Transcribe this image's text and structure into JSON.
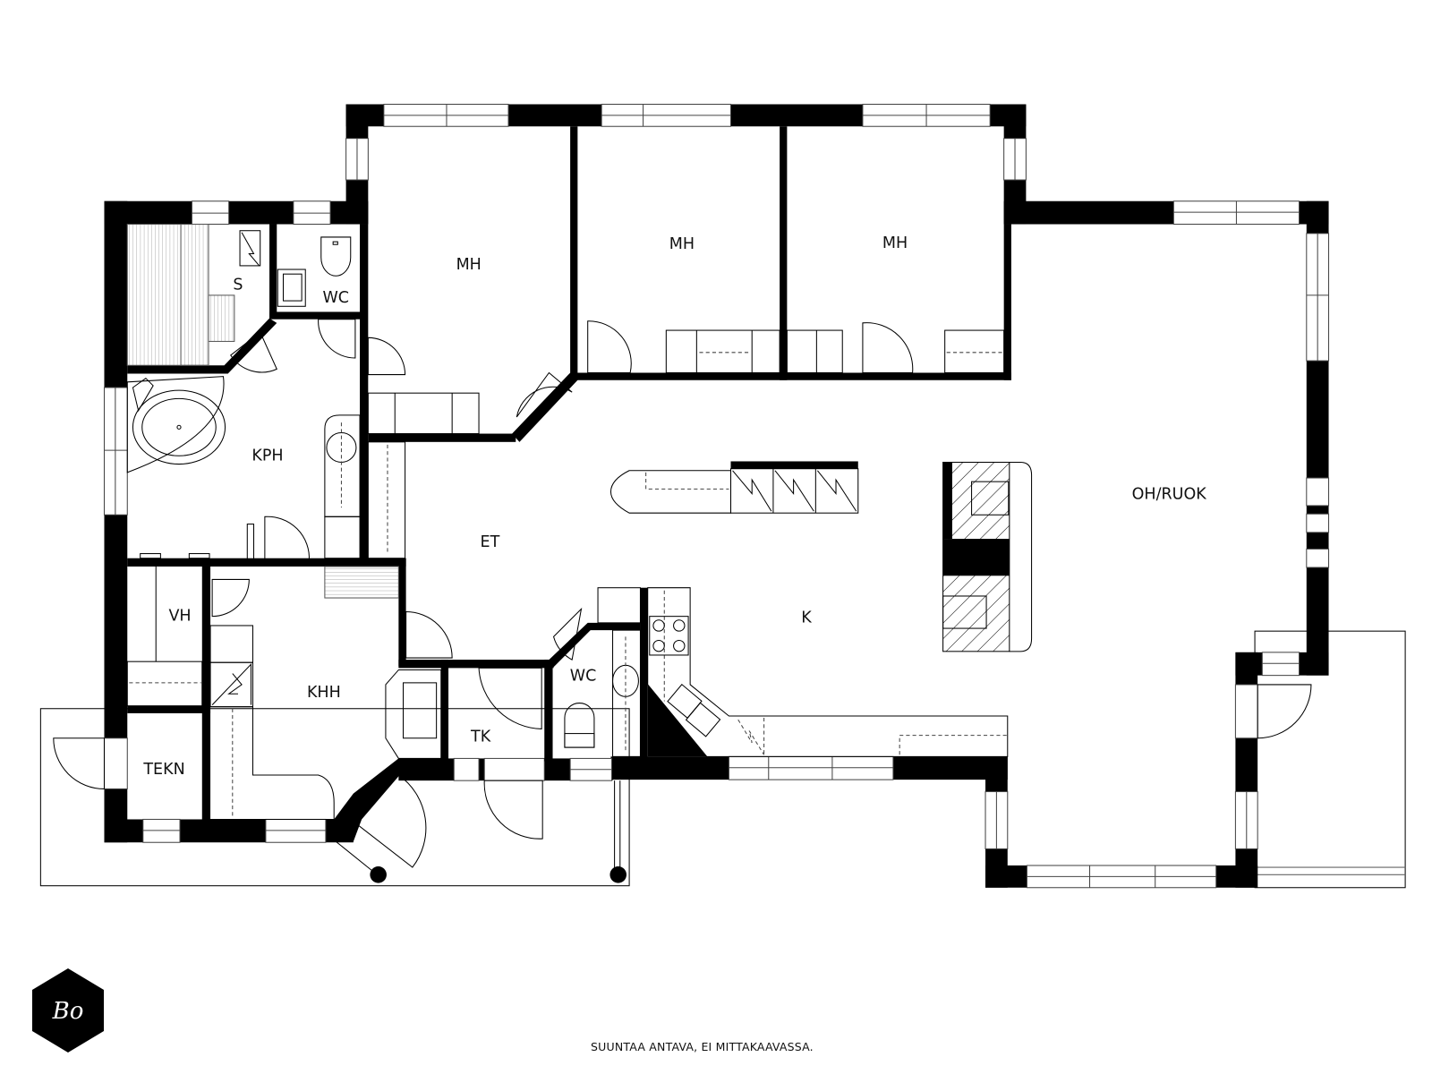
{
  "plan": {
    "rooms": [
      {
        "id": "s",
        "label": "S"
      },
      {
        "id": "wc1",
        "label": "WC"
      },
      {
        "id": "mh1",
        "label": "MH"
      },
      {
        "id": "mh2",
        "label": "MH"
      },
      {
        "id": "mh3",
        "label": "MH"
      },
      {
        "id": "kph",
        "label": "KPH"
      },
      {
        "id": "et",
        "label": "ET"
      },
      {
        "id": "oh",
        "label": "OH/RUOK"
      },
      {
        "id": "k",
        "label": "K"
      },
      {
        "id": "vh",
        "label": "VH"
      },
      {
        "id": "khh",
        "label": "KHH"
      },
      {
        "id": "wc2",
        "label": "WC"
      },
      {
        "id": "tk",
        "label": "TK"
      },
      {
        "id": "tekn",
        "label": "TEKN"
      }
    ]
  },
  "footer": {
    "disclaimer": "SUUNTAA ANTAVA, EI MITTAKAAVASSA.",
    "logo_text": "Bo"
  },
  "colors": {
    "wall": "#000000",
    "background": "#ffffff"
  }
}
